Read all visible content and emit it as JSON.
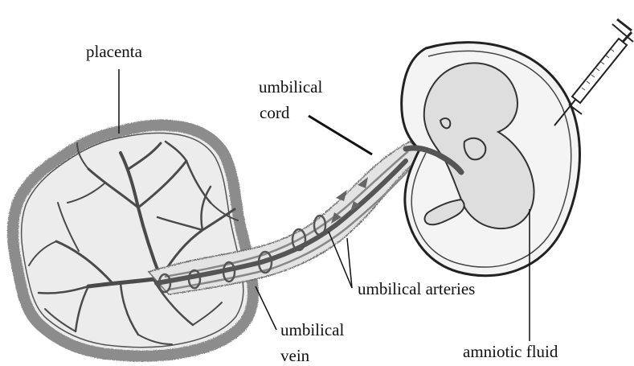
{
  "labels": {
    "placenta": "placenta",
    "umbilical_cord_line1": "umbilical",
    "umbilical_cord_line2": "cord",
    "umbilical_arteries": "umbilical arteries",
    "umbilical_vein_line1": "umbilical",
    "umbilical_vein_line2": "vein",
    "amniotic_fluid": "amniotic fluid"
  },
  "colors": {
    "background": "#ffffff",
    "placenta_rim": "#8c8c8c",
    "placenta_fill": "#ececec",
    "vessels": "#4a4a4a",
    "sac_fill": "#f4f4f4",
    "fetus_fill": "#dedede",
    "ink": "#111111"
  },
  "icons": {
    "syringe": "syringe-icon"
  }
}
